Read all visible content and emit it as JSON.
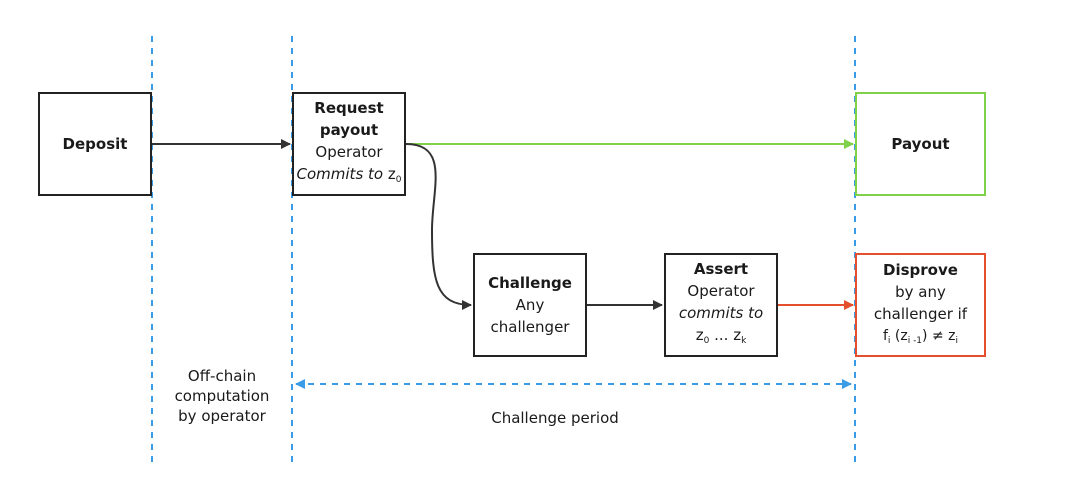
{
  "nodes": {
    "deposit": {
      "title": "Deposit"
    },
    "request": {
      "title": "Request payout",
      "line1": "Operator",
      "line2_italic": "Commits to",
      "line2_var": "z",
      "line2_sub": "0"
    },
    "payout": {
      "title": "Payout"
    },
    "challenge": {
      "title": "Challenge",
      "line1": "Any",
      "line2": "challenger"
    },
    "assert": {
      "title": "Assert",
      "line1": "Operator",
      "line2_italic": "commits to",
      "z0_var": "z",
      "z0_sub": "0",
      "ellipsis": "...",
      "zk_var": "z",
      "zk_sub": "k"
    },
    "disprove": {
      "title": "Disprove",
      "line1": "by any",
      "line2": "challenger if",
      "f_var": "f",
      "f_sub": "i",
      "paren_open": "(",
      "zi1_var": "z",
      "zi1_sub": "i -1",
      "paren_close": ")",
      "neq": "≠",
      "zi_var": "z",
      "zi_sub": "i"
    }
  },
  "labels": {
    "offchain": [
      "Off-chain",
      "computation",
      "by operator"
    ],
    "challenge_period": "Challenge period"
  },
  "colors": {
    "box_border": "#222222",
    "payout_green": "#7fd14a",
    "disprove_red": "#e4502e",
    "guide_blue": "#3a9be6",
    "arrow_dark": "#333333"
  }
}
